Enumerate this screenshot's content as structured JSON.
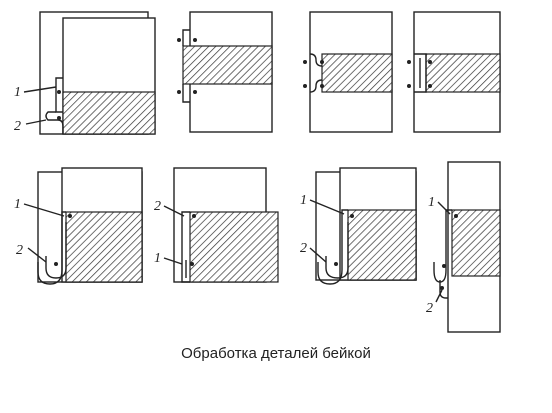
{
  "diagram": {
    "caption": "Обработка деталей бейкой",
    "labels": {
      "one": "1",
      "two": "2"
    }
  }
}
